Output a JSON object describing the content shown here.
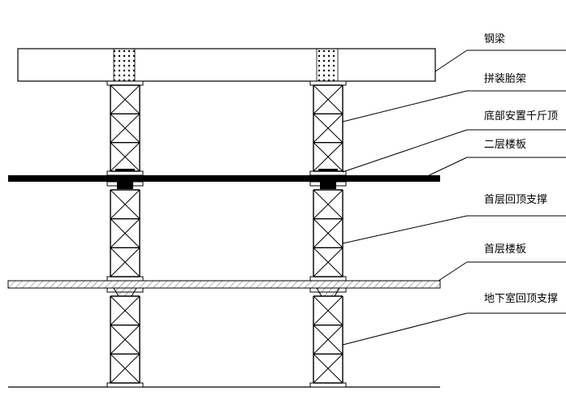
{
  "callouts": [
    {
      "id": "steel-beam",
      "label": "钢梁"
    },
    {
      "id": "assembled-frame",
      "label": "拼装胎架"
    },
    {
      "id": "bottom-jack",
      "label": "底部安置千斤顶"
    },
    {
      "id": "second-floor-slab",
      "label": "二层楼板"
    },
    {
      "id": "first-floor-backprop",
      "label": "首层回顶支撑"
    },
    {
      "id": "first-floor-slab",
      "label": "首层楼板"
    },
    {
      "id": "basement-backprop",
      "label": "地下室回顶支撑"
    }
  ],
  "colors": {
    "line": "#000000",
    "slab_fill": "#000000",
    "hatch": "#555555",
    "background": "#ffffff"
  }
}
